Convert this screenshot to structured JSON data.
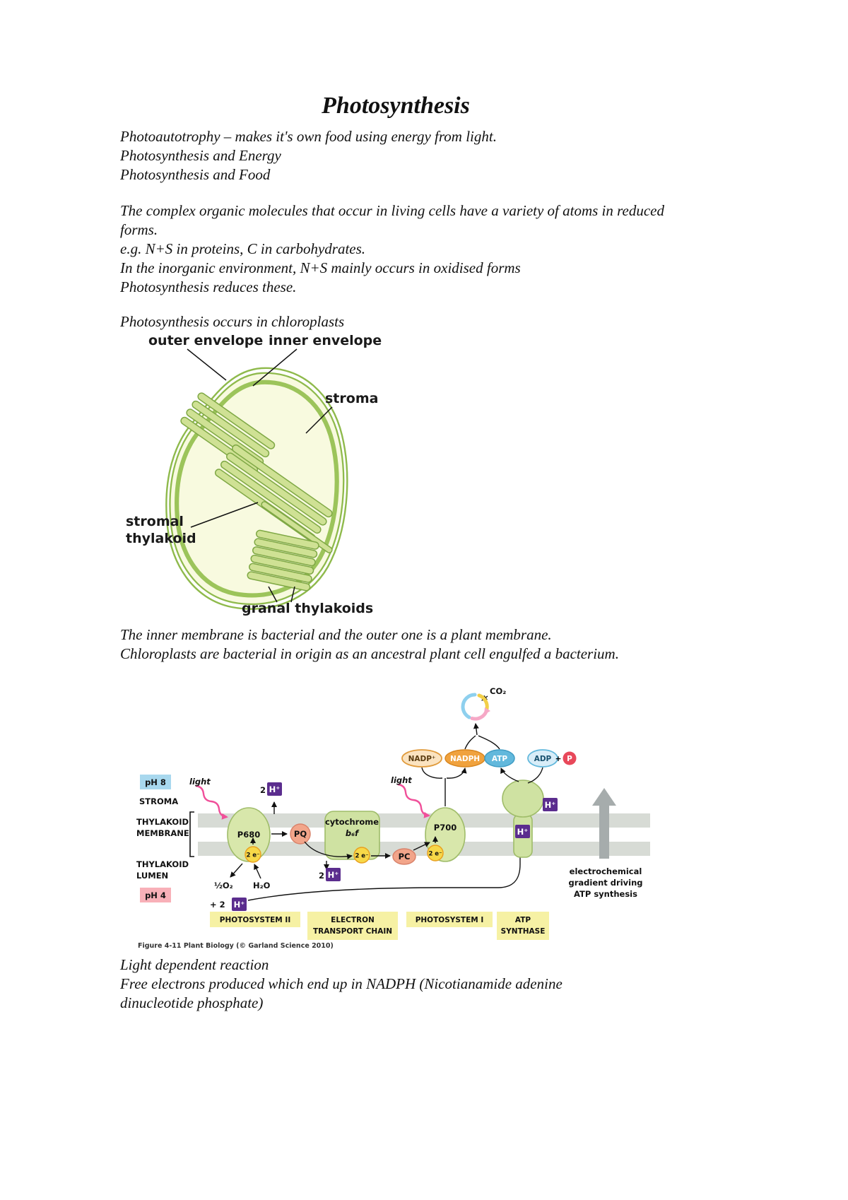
{
  "doc": {
    "title": "Photosynthesis",
    "para1": [
      "Photoautotrophy – makes it's own food using energy from light.",
      "Photosynthesis and Energy",
      "Photosynthesis and Food"
    ],
    "para2": [
      "The complex organic molecules that occur in living cells have a variety of atoms in reduced forms.",
      "e.g. N+S in proteins, C in carbohydrates.",
      "In the inorganic environment, N+S mainly occurs in oxidised forms",
      "Photosynthesis reduces these."
    ],
    "para3": "Photosynthesis occurs in chloroplasts",
    "para4": [
      "The inner membrane is bacterial and the outer one is a plant membrane.",
      "Chloroplasts are bacterial in origin as an ancestral plant cell engulfed a bacterium."
    ],
    "para5": [
      "Light dependent reaction",
      "Free electrons produced which end up in NADPH (Nicotianamide adenine dinucleotide phosphate)"
    ]
  },
  "chloro": {
    "outer": "outer envelope",
    "inner": "inner envelope",
    "stroma": "stroma",
    "stromal1": "stromal",
    "stromal2": "thylakoid",
    "granal": "granal thylakoids"
  },
  "lr": {
    "co2": "CO₂",
    "nadp": "NADP⁺",
    "nadph": "NADPH",
    "atp": "ATP",
    "adp": "ADP",
    "plus": "+",
    "p": "P",
    "ph8": "pH 8",
    "stroma": "STROMA",
    "light": "light",
    "n2": "2",
    "hplus": "H⁺",
    "thylakoid": "THYLAKOID",
    "membrane": "MEMBRANE",
    "lumen": "LUMEN",
    "ph4": "pH 4",
    "p680": "P680",
    "pq": "PQ",
    "cyt1": "cytochrome",
    "cyt2": "b₆f",
    "pc": "PC",
    "p700": "P700",
    "e2": "2 e⁻",
    "half_o2": "½O₂",
    "h2o": "H₂O",
    "plus2": "+ 2",
    "ps2": "PHOTOSYSTEM II",
    "etc1": "ELECTRON",
    "etc2": "TRANSPORT CHAIN",
    "ps1": "PHOTOSYSTEM I",
    "atps1": "ATP",
    "atps2": "SYNTHASE",
    "grad1": "electrochemical",
    "grad2": "gradient driving",
    "grad3": "ATP synthesis",
    "caption": "Figure 4-11  Plant Biology (© Garland Science 2010)"
  },
  "colors": {
    "envelope_green": "#8fba4c",
    "inner_envelope_green": "#9cc45a",
    "thylakoid_fill": "#cfe194",
    "protein_green": "#d5e5a5",
    "salmon": "#f2a58a",
    "proton_purple": "#5b2d8e",
    "electron_yellow": "#f7d848",
    "nadph_orange": "#f0a23e",
    "atp_blue": "#62b8dc",
    "phosphate_red": "#e8485a",
    "light_magenta": "#ee3d96",
    "ph8_blue": "#a8d8ee",
    "ph4_pink": "#f8b0b8",
    "label_yellow": "#f6f1a4",
    "membrane_gray": "#d7dbd5"
  }
}
